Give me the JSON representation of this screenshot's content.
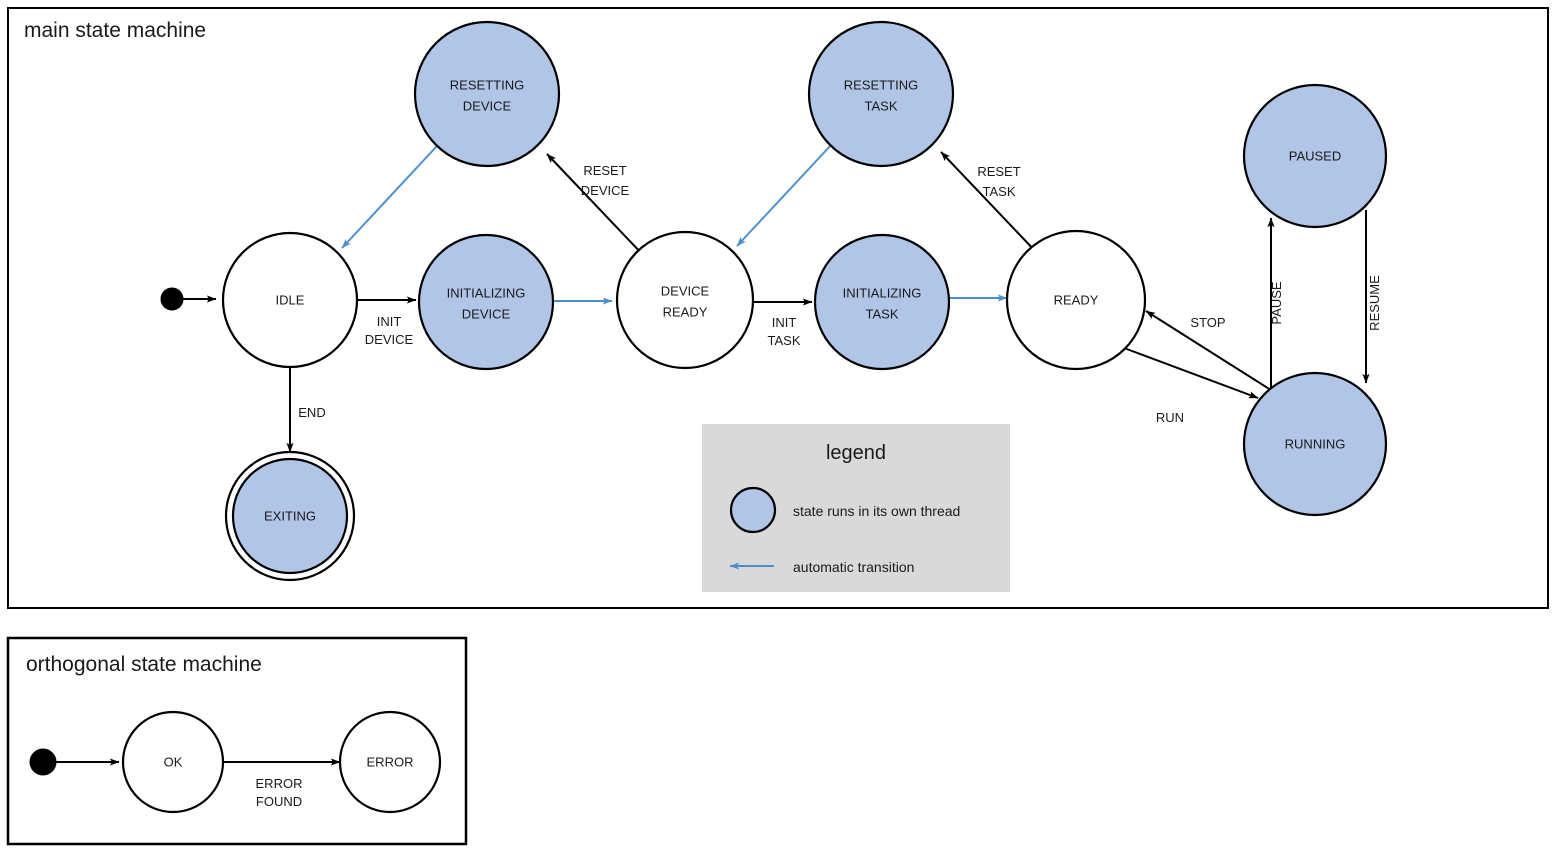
{
  "colors": {
    "thread_state_fill": "#b1c5e7",
    "plain_state_fill": "#ffffff",
    "stroke": "#000000",
    "auto_transition": "#4d8fcc",
    "legend_bg": "#d9d9d9",
    "page_bg": "#ffffff"
  },
  "main_frame": {
    "title": "main state machine",
    "states": [
      {
        "id": "idle",
        "label_line1": "IDLE",
        "label_line2": "",
        "threaded": false,
        "final": false
      },
      {
        "id": "resetting-device",
        "label_line1": "RESETTING",
        "label_line2": "DEVICE",
        "threaded": true,
        "final": false
      },
      {
        "id": "initializing-device",
        "label_line1": "INITIALIZING",
        "label_line2": "DEVICE",
        "threaded": true,
        "final": false
      },
      {
        "id": "device-ready",
        "label_line1": "DEVICE",
        "label_line2": "READY",
        "threaded": false,
        "final": false
      },
      {
        "id": "resetting-task",
        "label_line1": "RESETTING",
        "label_line2": "TASK",
        "threaded": true,
        "final": false
      },
      {
        "id": "initializing-task",
        "label_line1": "INITIALIZING",
        "label_line2": "TASK",
        "threaded": true,
        "final": false
      },
      {
        "id": "ready",
        "label_line1": "READY",
        "label_line2": "",
        "threaded": false,
        "final": false
      },
      {
        "id": "paused",
        "label_line1": "PAUSED",
        "label_line2": "",
        "threaded": true,
        "final": false
      },
      {
        "id": "running",
        "label_line1": "RUNNING",
        "label_line2": "",
        "threaded": true,
        "final": false
      },
      {
        "id": "exiting",
        "label_line1": "EXITING",
        "label_line2": "",
        "threaded": true,
        "final": true
      }
    ],
    "transitions": [
      {
        "id": "start-idle",
        "from": "start",
        "to": "idle",
        "label_line1": "",
        "label_line2": "",
        "automatic": false
      },
      {
        "id": "idle-init-device",
        "from": "idle",
        "to": "initializing-device",
        "label_line1": "INIT",
        "label_line2": "DEVICE",
        "automatic": false
      },
      {
        "id": "idle-exiting",
        "from": "idle",
        "to": "exiting",
        "label_line1": "END",
        "label_line2": "",
        "automatic": false
      },
      {
        "id": "init-device-ready",
        "from": "initializing-device",
        "to": "device-ready",
        "label_line1": "",
        "label_line2": "",
        "automatic": true
      },
      {
        "id": "device-ready-reset",
        "from": "device-ready",
        "to": "resetting-device",
        "label_line1": "RESET",
        "label_line2": "DEVICE",
        "automatic": false
      },
      {
        "id": "resetting-device-idle",
        "from": "resetting-device",
        "to": "idle",
        "label_line1": "",
        "label_line2": "",
        "automatic": true
      },
      {
        "id": "device-ready-init-task",
        "from": "device-ready",
        "to": "initializing-task",
        "label_line1": "INIT",
        "label_line2": "TASK",
        "automatic": false
      },
      {
        "id": "init-task-ready",
        "from": "initializing-task",
        "to": "ready",
        "label_line1": "",
        "label_line2": "",
        "automatic": true
      },
      {
        "id": "ready-reset-task",
        "from": "ready",
        "to": "resetting-task",
        "label_line1": "RESET",
        "label_line2": "TASK",
        "automatic": false
      },
      {
        "id": "resetting-task-ready",
        "from": "resetting-task",
        "to": "device-ready",
        "label_line1": "",
        "label_line2": "",
        "automatic": true
      },
      {
        "id": "ready-running",
        "from": "ready",
        "to": "running",
        "label_line1": "RUN",
        "label_line2": "",
        "automatic": false
      },
      {
        "id": "running-ready",
        "from": "running",
        "to": "ready",
        "label_line1": "STOP",
        "label_line2": "",
        "automatic": false
      },
      {
        "id": "running-paused",
        "from": "running",
        "to": "paused",
        "label_line1": "PAUSE",
        "label_line2": "",
        "automatic": false
      },
      {
        "id": "paused-running",
        "from": "paused",
        "to": "running",
        "label_line1": "RESUME",
        "label_line2": "",
        "automatic": false
      }
    ]
  },
  "legend": {
    "title": "legend",
    "items": [
      {
        "id": "threaded-state",
        "symbol": "filled-circle",
        "text": "state runs in its own thread"
      },
      {
        "id": "auto-arrow",
        "symbol": "blue-arrow",
        "text": "automatic transition"
      }
    ]
  },
  "orthogonal_frame": {
    "title": "orthogonal state machine",
    "states": [
      {
        "id": "ok",
        "label_line1": "OK",
        "label_line2": ""
      },
      {
        "id": "error",
        "label_line1": "ERROR",
        "label_line2": ""
      }
    ],
    "transitions": [
      {
        "id": "start-ok",
        "from": "start",
        "to": "ok",
        "label_line1": "",
        "label_line2": ""
      },
      {
        "id": "ok-error",
        "from": "ok",
        "to": "error",
        "label_line1": "ERROR",
        "label_line2": "FOUND"
      }
    ]
  }
}
